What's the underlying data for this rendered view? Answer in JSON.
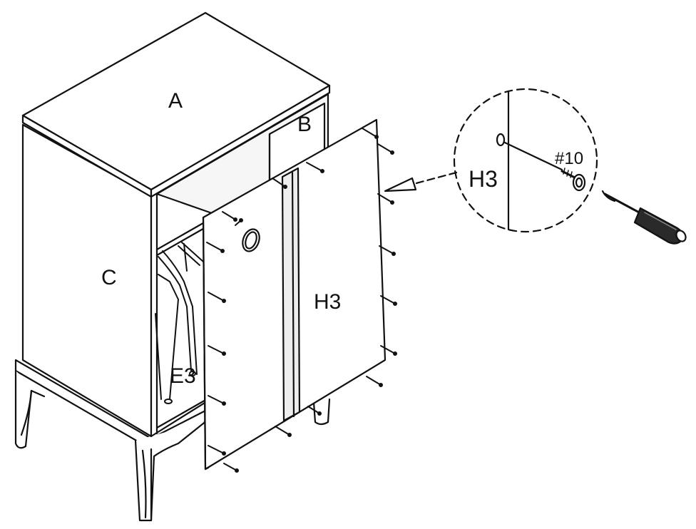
{
  "labels": {
    "top_panel": "A",
    "back_rail": "B",
    "side_panel": "C",
    "wire_frame": "E3",
    "back_panel": "H3",
    "detail_panel": "H3",
    "screw": "#10"
  },
  "colors": {
    "line": "#111111",
    "fill": "#ffffff",
    "shade": "#e9e9e9"
  }
}
